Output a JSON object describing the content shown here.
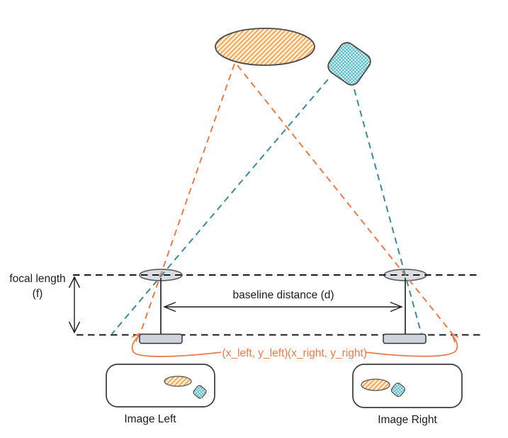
{
  "labels": {
    "focal_length_line1": "focal length",
    "focal_length_line2": "(f)",
    "baseline_distance": "baseline distance (d)",
    "left_image_point": "(x_left, y_left)",
    "right_image_point": "(x_right, y_right)",
    "image_left_caption": "Image Left",
    "image_right_caption": "Image Right"
  },
  "colors": {
    "orange_accent": "#EC7A4A",
    "teal_accent": "#3A8BA0",
    "orange_hatch_line": "#F2A95C",
    "orange_hatch_bg": "#FDF4E2",
    "teal_hatch_line": "#49B6C4",
    "teal_hatch_bg": "#F4FBFC",
    "ink": "#1C1C1C",
    "shape_outline": "#4A4A4A",
    "lens_fill": "#D9DDE1",
    "sensor_fill": "#CDD4DB"
  }
}
